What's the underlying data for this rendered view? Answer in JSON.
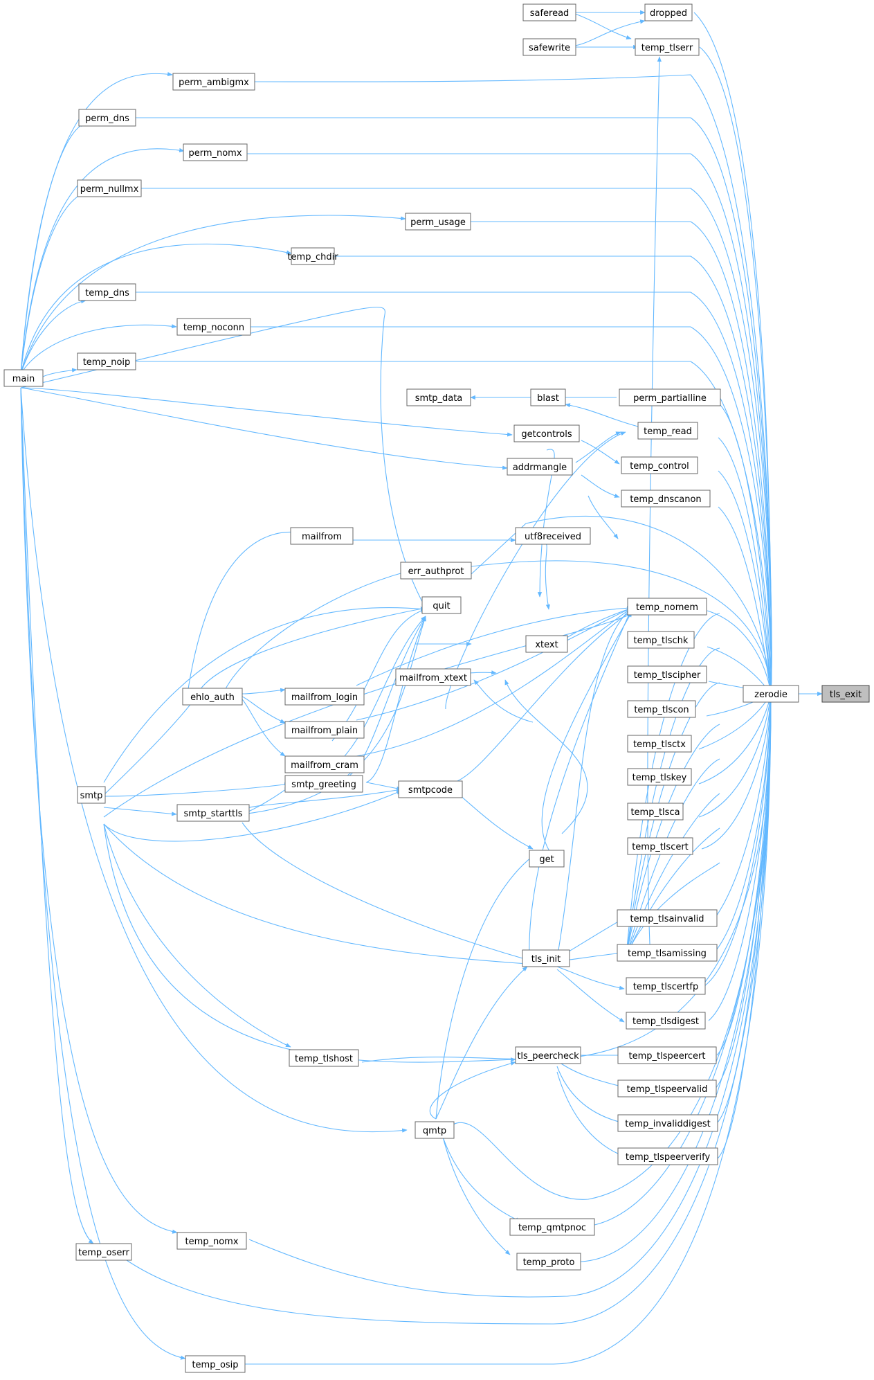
{
  "nodes": {
    "tls_exit": "tls_exit",
    "zerodie": "zerodie",
    "dropped": "dropped",
    "saferead": "saferead",
    "safewrite": "safewrite",
    "temp_tlserr": "temp_tlserr",
    "perm_ambigmx": "perm_ambigmx",
    "perm_dns": "perm_dns",
    "perm_nomx": "perm_nomx",
    "perm_nullmx": "perm_nullmx",
    "perm_usage": "perm_usage",
    "temp_chdir": "temp_chdir",
    "temp_dns": "temp_dns",
    "temp_noconn": "temp_noconn",
    "temp_noip": "temp_noip",
    "main": "main",
    "smtp_data": "smtp_data",
    "blast": "blast",
    "perm_partialline": "perm_partialline",
    "temp_read": "temp_read",
    "getcontrols": "getcontrols",
    "temp_control": "temp_control",
    "addrmangle": "addrmangle",
    "temp_dnscanon": "temp_dnscanon",
    "mailfrom": "mailfrom",
    "utf8received": "utf8received",
    "err_authprot": "err_authprot",
    "quit": "quit",
    "temp_nomem": "temp_nomem",
    "xtext": "xtext",
    "temp_tlschk": "temp_tlschk",
    "temp_tlscipher": "temp_tlscipher",
    "ehlo_auth": "ehlo_auth",
    "mailfrom_login": "mailfrom_login",
    "mailfrom_xtext": "mailfrom_xtext",
    "mailfrom_plain": "mailfrom_plain",
    "temp_tlscon": "temp_tlscon",
    "temp_tlsctx": "temp_tlsctx",
    "mailfrom_cram": "mailfrom_cram",
    "smtp_greeting": "smtp_greeting",
    "smtpcode": "smtpcode",
    "temp_tlskey": "temp_tlskey",
    "smtp": "smtp",
    "smtp_starttls": "smtp_starttls",
    "temp_tlsca": "temp_tlsca",
    "temp_tlscert": "temp_tlscert",
    "get": "get",
    "temp_tlsainvalid": "temp_tlsainvalid",
    "tls_init": "tls_init",
    "temp_tlsamissing": "temp_tlsamissing",
    "temp_tlscertfp": "temp_tlscertfp",
    "temp_tlsdigest": "temp_tlsdigest",
    "tls_peercheck": "tls_peercheck",
    "temp_tlspeercert": "temp_tlspeercert",
    "temp_tlshost": "temp_tlshost",
    "temp_tlspeervalid": "temp_tlspeervalid",
    "temp_invaliddigest": "temp_invaliddigest",
    "qmtp": "qmtp",
    "temp_tlspeerverify": "temp_tlspeerverify",
    "temp_qmtpnoc": "temp_qmtpnoc",
    "temp_proto": "temp_proto",
    "temp_nomx": "temp_nomx",
    "temp_oserr": "temp_oserr",
    "temp_osip": "temp_osip"
  },
  "highlighted_node": "tls_exit",
  "colors": {
    "edge": "#63b8ff",
    "node_border": "#666666",
    "node_fill": "#ffffff",
    "highlight_fill": "#bfbfbf"
  }
}
